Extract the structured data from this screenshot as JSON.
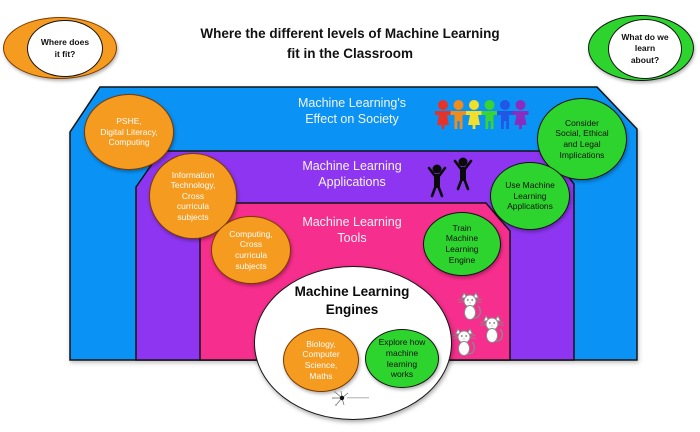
{
  "title": "Where the different levels of Machine Learning\nfit in the Classroom",
  "badges": {
    "left_label": "Where does\nit fit?",
    "right_label": "What do we\nlearn\nabout?"
  },
  "levels": {
    "society": {
      "label": "Machine Learning's\nEffect on Society",
      "band_color": "#0a92f5",
      "subjects_bubble": "PSHE,\nDigital Literacy,\nComputing",
      "activity_bubble": "Consider\nSocial, Ethical\nand Legal\nImplications"
    },
    "applications": {
      "label": "Machine Learning\nApplications",
      "band_color": "#8d35f0",
      "subjects_bubble": "Information\nTechnology,\nCross\ncurricula\nsubjects",
      "activity_bubble": "Use Machine\nLearning\nApplications"
    },
    "tools": {
      "label": "Machine Learning\nTools",
      "band_color": "#f62e8d",
      "subjects_bubble": "Computing,\nCross\ncurricula\nsubjects",
      "activity_bubble": "Train\nMachine\nLearning\nEngine"
    },
    "engines": {
      "label": "Machine Learning\nEngines",
      "band_color": "#ffffff",
      "subjects_bubble": "Biology,\nComputer\nScience,\nMaths",
      "activity_bubble": "Explore how\nmachine\nlearning\nworks"
    }
  },
  "palette": {
    "subjects_bubble_fill": "#f59b1f",
    "activity_bubble_fill": "#2ed42e",
    "people_colors": [
      "#e6332a",
      "#f08c1e",
      "#f2df2b",
      "#37d433",
      "#2257e6",
      "#8c2bbf"
    ]
  },
  "icons": {
    "people_group": "six-colored-people-holding-hands",
    "dancers": "two-black-dancing-people",
    "cats": "three-white-cats",
    "logo": "neuron-sketch-logo"
  }
}
